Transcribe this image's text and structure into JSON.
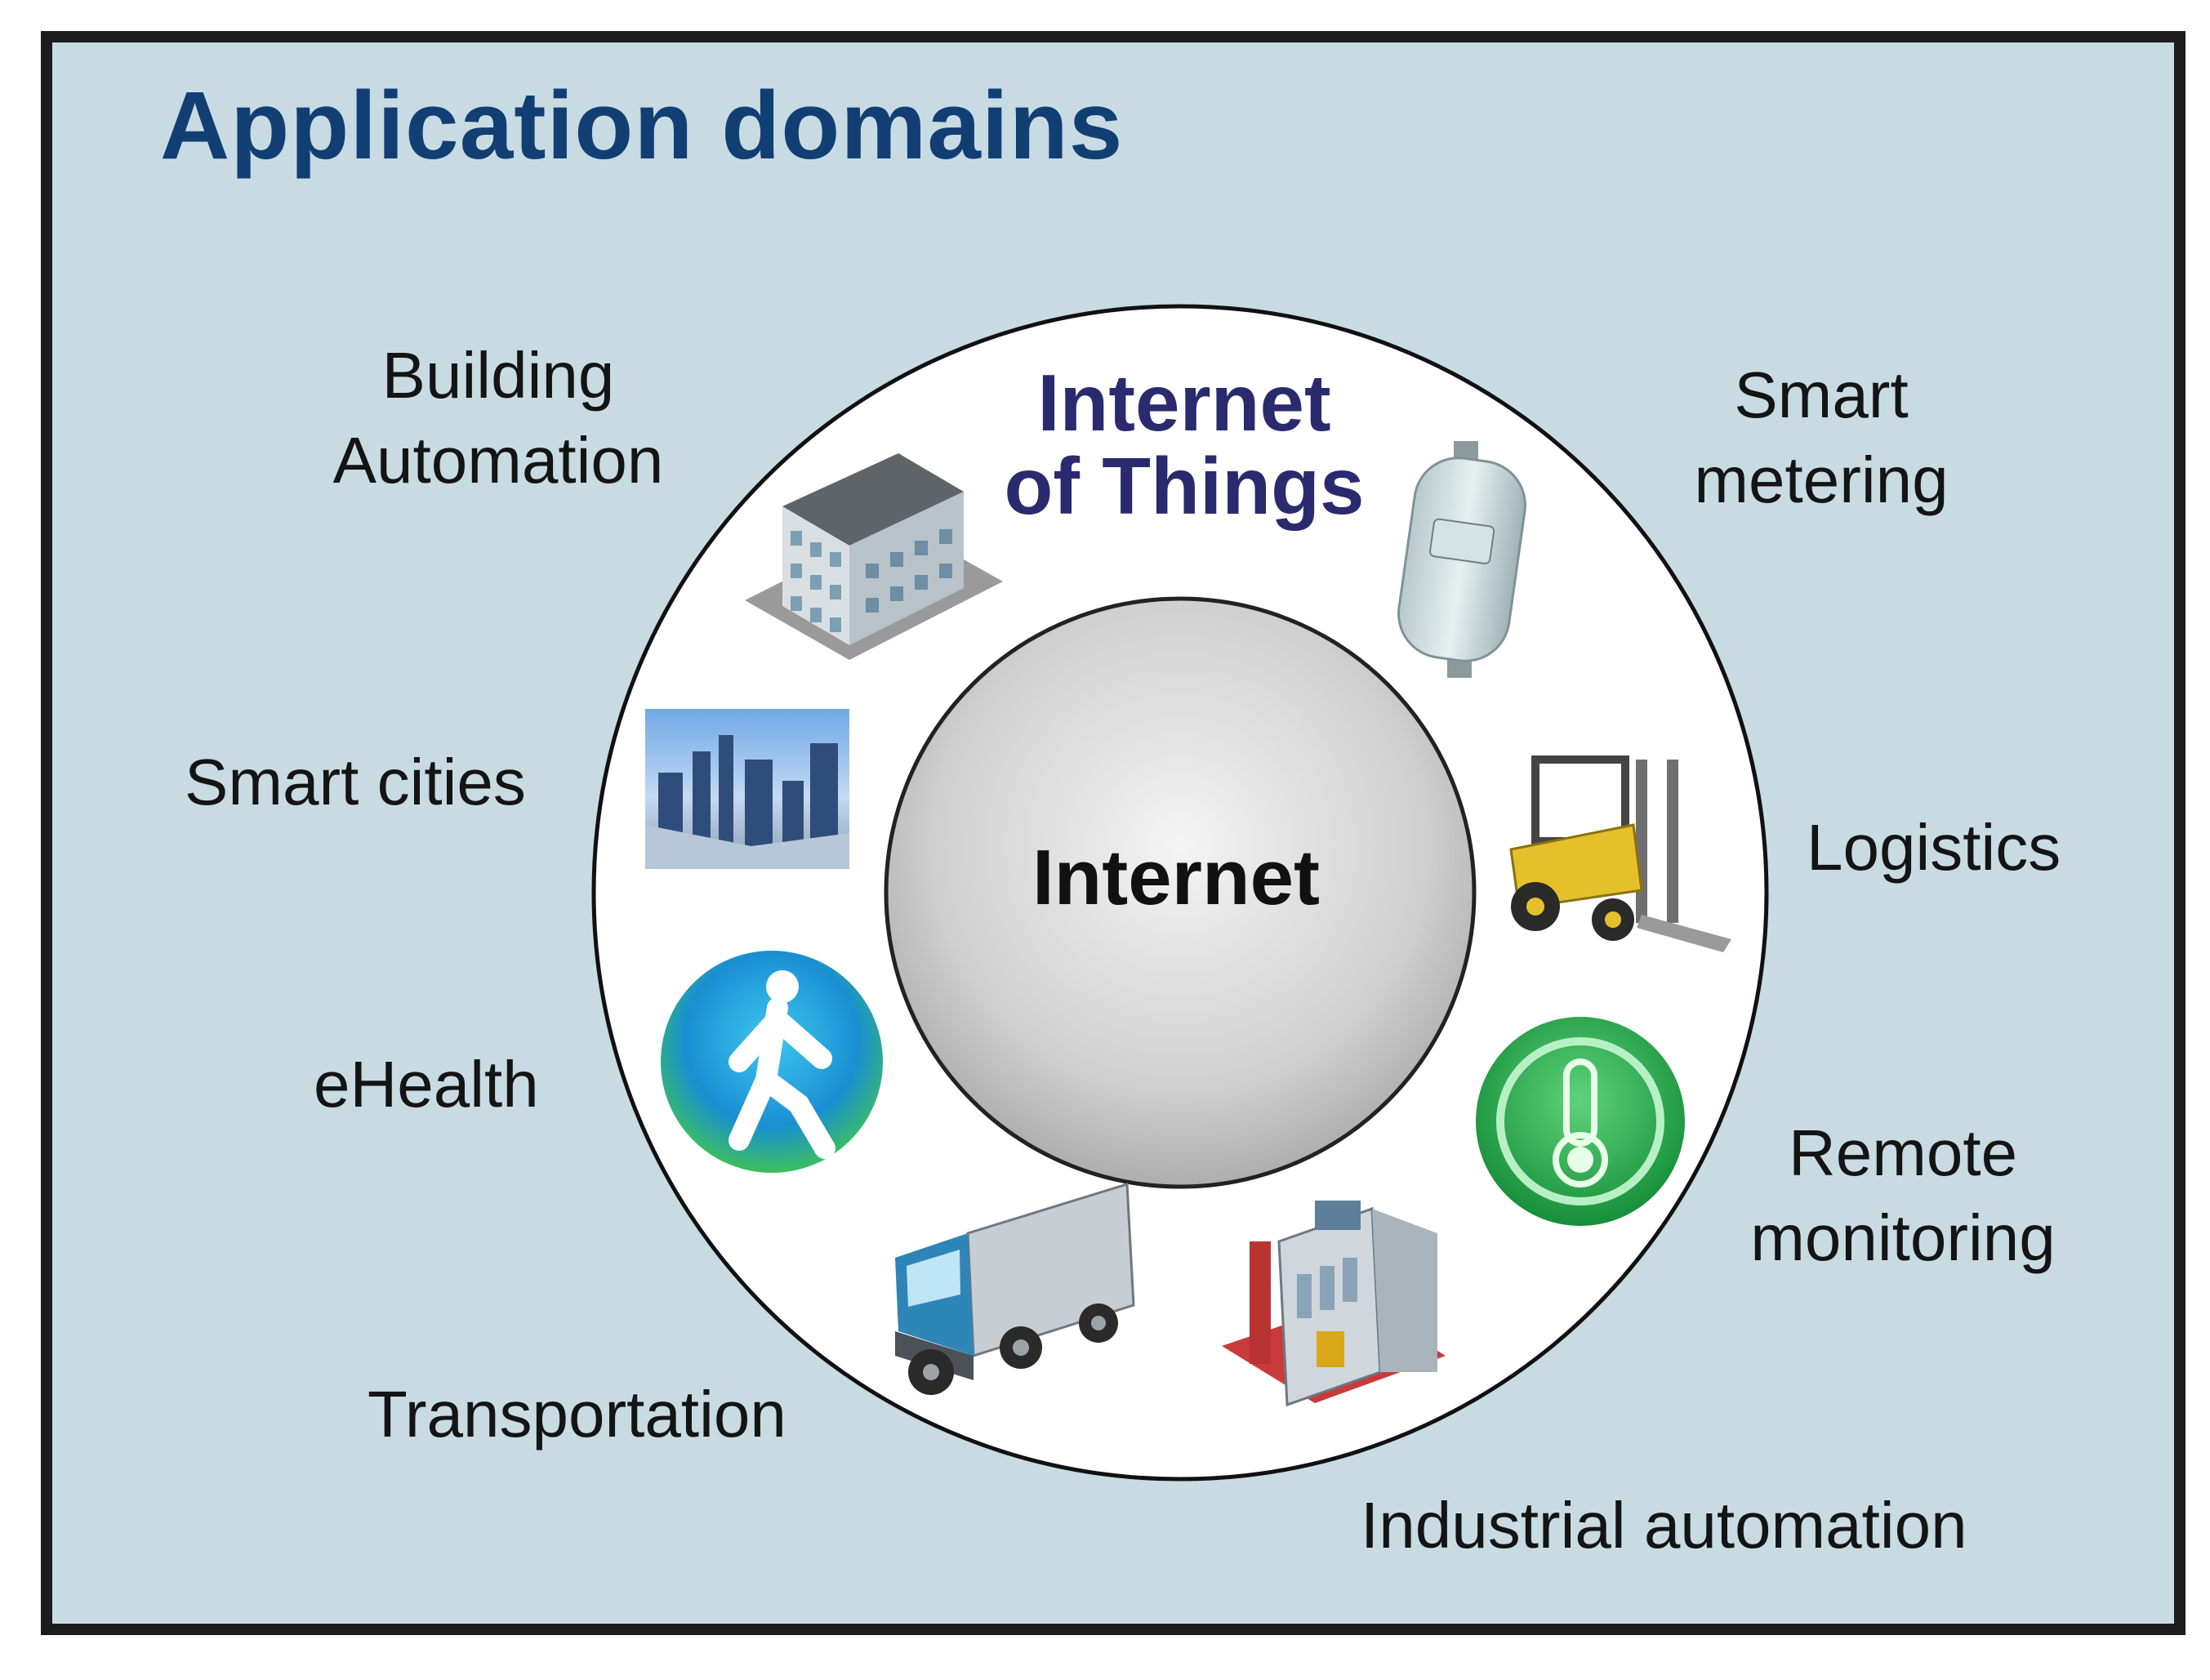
{
  "title": "Application domains",
  "iot": {
    "line1": "Internet",
    "line2": "of Things"
  },
  "core": "Internet",
  "domains": {
    "building_automation": {
      "line1": "Building",
      "line2": "Automation",
      "icon": "building-icon"
    },
    "smart_metering": {
      "line1": "Smart",
      "line2": "metering",
      "icon": "smart-meter-icon"
    },
    "smart_cities": {
      "label": "Smart cities",
      "icon": "city-photo-icon"
    },
    "logistics": {
      "label": "Logistics",
      "icon": "forklift-icon"
    },
    "ehealth": {
      "label": "eHealth",
      "icon": "walking-person-icon"
    },
    "remote_monitoring": {
      "line1": "Remote",
      "line2": "monitoring",
      "icon": "thermometer-icon"
    },
    "transportation": {
      "label": "Transportation",
      "icon": "truck-icon"
    },
    "industrial_automation": {
      "label": "Industrial automation",
      "icon": "factory-icon"
    }
  },
  "colors": {
    "background": "#c8dbe3",
    "frame": "#1c1c1c",
    "title": "#123f73",
    "iot_title": "#2a2a6e",
    "ring": "#ffffff",
    "core": "#d6d6d6"
  }
}
